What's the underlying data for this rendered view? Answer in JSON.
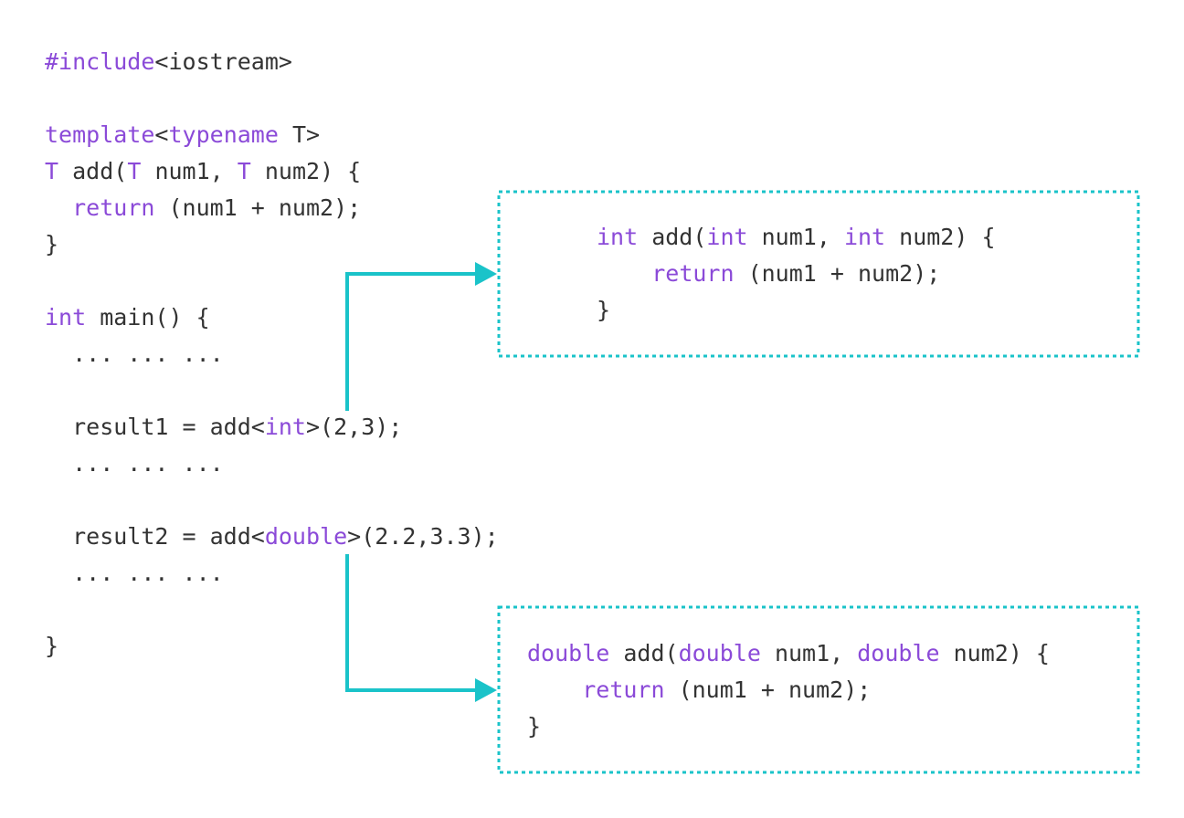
{
  "colors": {
    "keyword": "#8b4ad8",
    "text": "#333333",
    "accent": "#1ac3c9"
  },
  "template_code": [
    [
      {
        "t": "#include",
        "k": true
      },
      {
        "t": "<iostream>",
        "k": false
      }
    ],
    [],
    [
      {
        "t": "template",
        "k": true
      },
      {
        "t": "<",
        "k": false
      },
      {
        "t": "typename",
        "k": true
      },
      {
        "t": " T>",
        "k": false
      }
    ],
    [
      {
        "t": "T",
        "k": true
      },
      {
        "t": " add(",
        "k": false
      },
      {
        "t": "T",
        "k": true
      },
      {
        "t": " num1, ",
        "k": false
      },
      {
        "t": "T",
        "k": true
      },
      {
        "t": " num2) {",
        "k": false
      }
    ],
    [
      {
        "t": "  ",
        "k": false
      },
      {
        "t": "return",
        "k": true
      },
      {
        "t": " (num1 + num2);",
        "k": false
      }
    ],
    [
      {
        "t": "}",
        "k": false
      }
    ],
    [],
    [
      {
        "t": "int",
        "k": true
      },
      {
        "t": " main() {",
        "k": false
      }
    ],
    [
      {
        "t": "  ... ... ...",
        "k": false
      }
    ],
    [],
    [
      {
        "t": "  result1 = add<",
        "k": false
      },
      {
        "t": "int",
        "k": true
      },
      {
        "t": ">(2,3);",
        "k": false
      }
    ],
    [
      {
        "t": "  ... ... ...",
        "k": false
      }
    ],
    [],
    [
      {
        "t": "  result2 = add<",
        "k": false
      },
      {
        "t": "double",
        "k": true
      },
      {
        "t": ">(2.2,3.3);",
        "k": false
      }
    ],
    [
      {
        "t": "  ... ... ...",
        "k": false
      }
    ],
    [],
    [
      {
        "t": "}",
        "k": false
      }
    ]
  ],
  "int_instance_code": [
    [
      {
        "t": "int",
        "k": true
      },
      {
        "t": " add(",
        "k": false
      },
      {
        "t": "int",
        "k": true
      },
      {
        "t": " num1, ",
        "k": false
      },
      {
        "t": "int",
        "k": true
      },
      {
        "t": " num2) {",
        "k": false
      }
    ],
    [
      {
        "t": "    ",
        "k": false
      },
      {
        "t": "return",
        "k": true
      },
      {
        "t": " (num1 + num2);",
        "k": false
      }
    ],
    [
      {
        "t": "}",
        "k": false
      }
    ]
  ],
  "double_instance_code": [
    [
      {
        "t": "double",
        "k": true
      },
      {
        "t": " add(",
        "k": false
      },
      {
        "t": "double",
        "k": true
      },
      {
        "t": " num1, ",
        "k": false
      },
      {
        "t": "double",
        "k": true
      },
      {
        "t": " num2) {",
        "k": false
      }
    ],
    [
      {
        "t": "    ",
        "k": false
      },
      {
        "t": "return",
        "k": true
      },
      {
        "t": " (num1 + num2);",
        "k": false
      }
    ],
    [
      {
        "t": "}",
        "k": false
      }
    ]
  ]
}
